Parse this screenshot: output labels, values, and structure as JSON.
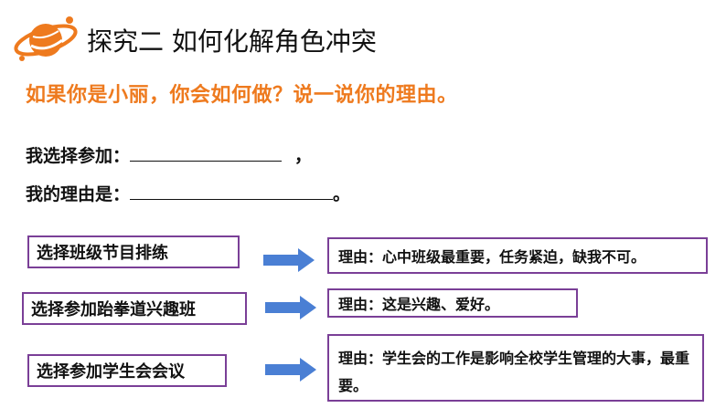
{
  "header": {
    "title": "探究二 如何化解角色冲突"
  },
  "question": "如果你是小丽，你会如何做？说一说你的理由。",
  "fill_in": {
    "line1_label": "我选择参加：",
    "line1_suffix": "，",
    "line2_label": "我的理由是：",
    "line2_suffix": "。"
  },
  "options": [
    {
      "choice": "选择班级节目排练",
      "reason": "理由：心中班级最重要，任务紧迫，缺我不可。"
    },
    {
      "choice": "选择参加跆拳道兴趣班",
      "reason": "理由：这是兴趣、爱好。"
    },
    {
      "choice": "选择参加学生会会议",
      "reason": "理由：学生会的工作是影响全校学生管理的大事，最重要。"
    }
  ],
  "colors": {
    "accent_orange": "#ee7a1e",
    "box_border": "#7a3f97",
    "arrow_fill": "#4a7fd4"
  }
}
